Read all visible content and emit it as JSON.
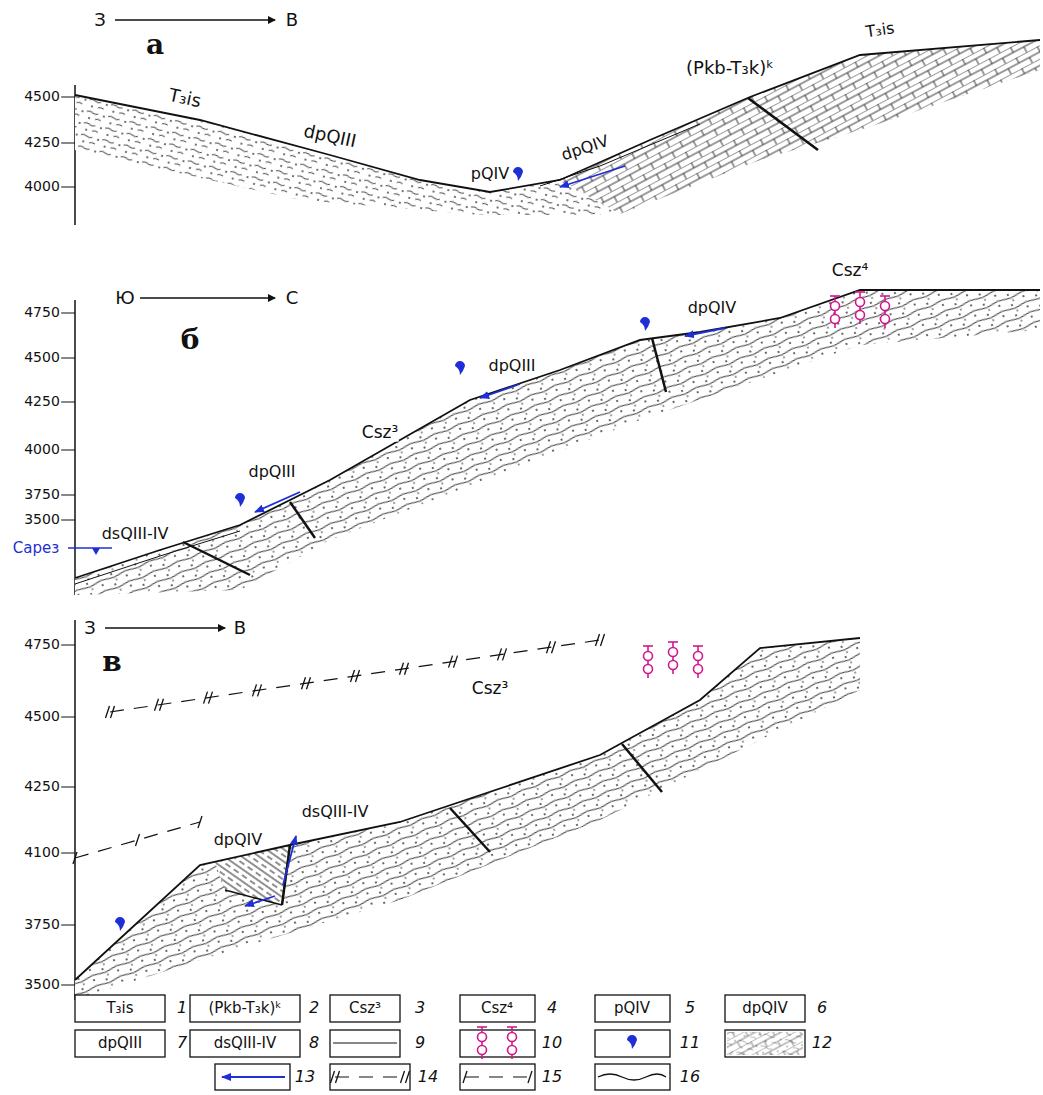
{
  "diagram": {
    "labels": [
      "З",
      "В",
      "а",
      "4500",
      "4250",
      "4000",
      "T₃is",
      "dpQIII",
      "pQIV",
      "dpQIV",
      "(Pkb-T₃k)ᵏ",
      "T₃is",
      "Ю",
      "С",
      "б",
      "4750",
      "4500",
      "4250",
      "4000",
      "3750",
      "3500",
      "Csz⁴",
      "dpQIV",
      "dpQIII",
      "Csz³",
      "dpQIII",
      "dsQIII-IV",
      "Сарез",
      "З",
      "В",
      "в",
      "4750",
      "4500",
      "4250",
      "4100",
      "3750",
      "3500",
      "Csz³",
      "dsQIII-IV",
      "dpQIV",
      "T₃is",
      "(Pkb-T₃k)ᵏ",
      "Csz³",
      "Csz⁴",
      "pQIV",
      "dpQIV",
      "dpQIII",
      "dsQIII-IV"
    ],
    "legend": [
      {
        "text": "1"
      },
      {
        "text": "2"
      },
      {
        "text": "3"
      },
      {
        "text": "4"
      },
      {
        "text": "5"
      },
      {
        "text": "6"
      },
      {
        "text": "7"
      },
      {
        "text": "8"
      },
      {
        "text": "9"
      },
      {
        "text": "10"
      },
      {
        "text": "11"
      },
      {
        "text": "12"
      },
      {
        "text": "13"
      },
      {
        "text": "14"
      },
      {
        "text": "15"
      },
      {
        "text": "16"
      }
    ]
  }
}
